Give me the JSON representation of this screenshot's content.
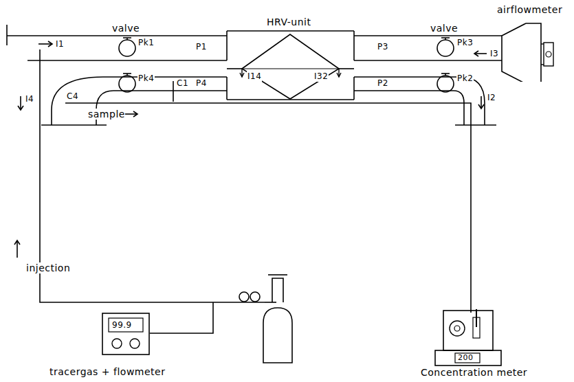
{
  "diagram": {
    "nodes": [
      {
        "text": [
          "HRV-unit"
        ]
      },
      {
        "text": [
          "airflowmeter"
        ]
      },
      {
        "text": [
          "99.9"
        ]
      },
      {
        "text": [
          "200",
          "Concentration meter"
        ]
      }
    ],
    "labels": [
      "valve",
      "valve",
      "Pk1",
      "Pk4",
      "Pk3",
      "Pk2",
      "P1",
      "P4",
      "P3",
      "P2",
      "I14",
      "I32",
      "I1",
      "I3",
      "I4",
      "I2",
      "C1",
      "C4",
      "sample",
      "injection",
      "tracergas + flowmeter"
    ]
  }
}
